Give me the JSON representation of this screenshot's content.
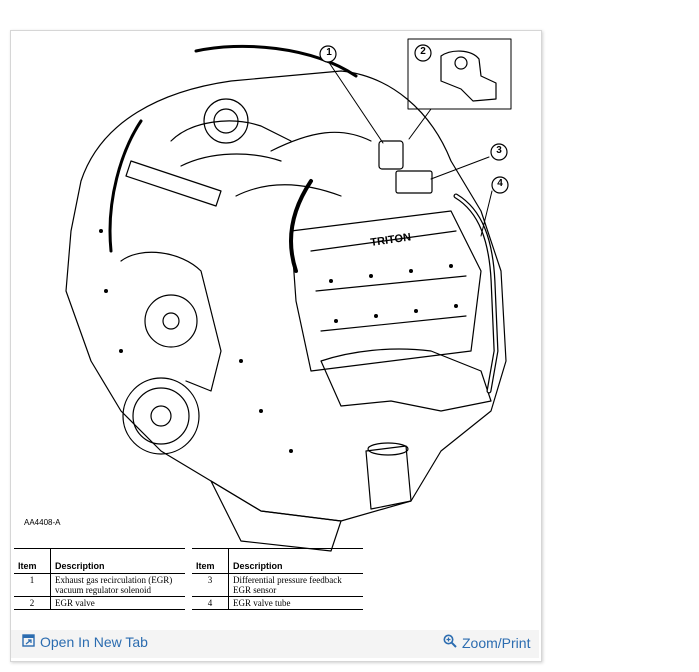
{
  "figure_code": "AA4408-A",
  "callouts": [
    "1",
    "2",
    "3",
    "4"
  ],
  "legend_left": {
    "headers": [
      "Item",
      "Description"
    ],
    "rows": [
      {
        "item": "1",
        "description": "Exhaust gas recirculation (EGR) vacuum regulator solenoid"
      },
      {
        "item": "2",
        "description": "EGR valve"
      }
    ]
  },
  "legend_right": {
    "headers": [
      "Item",
      "Description"
    ],
    "rows": [
      {
        "item": "3",
        "description": "Differential pressure feedback EGR sensor"
      },
      {
        "item": "4",
        "description": "EGR valve tube"
      }
    ]
  },
  "toolbar": {
    "open_tab_label": "Open In New Tab",
    "zoom_label": "Zoom/Print",
    "open_icon": "external-window-icon",
    "zoom_icon": "magnifier-icon",
    "link_color": "#2b6cb0"
  }
}
